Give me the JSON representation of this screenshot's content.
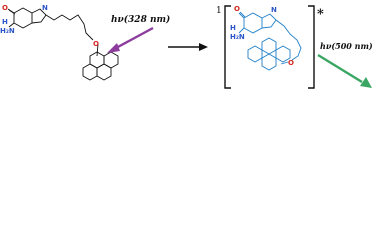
{
  "colors": {
    "ground_state": "#111111",
    "excited_state": "#1f7fc8",
    "excitation_arrow": "#8d3c9e",
    "emission_arrow": "#3aa663",
    "oxygen": "#d0281e",
    "nitrogen": "#2a56c8"
  },
  "excitation": {
    "label": "hν(328 nm)"
  },
  "emission": {
    "label": "hν(500 nm)"
  },
  "excited_state": {
    "multiplicity": "1",
    "marker": "*"
  },
  "atoms": {
    "o": "O",
    "n": "N",
    "h": "H",
    "nh2": "H₂N"
  }
}
